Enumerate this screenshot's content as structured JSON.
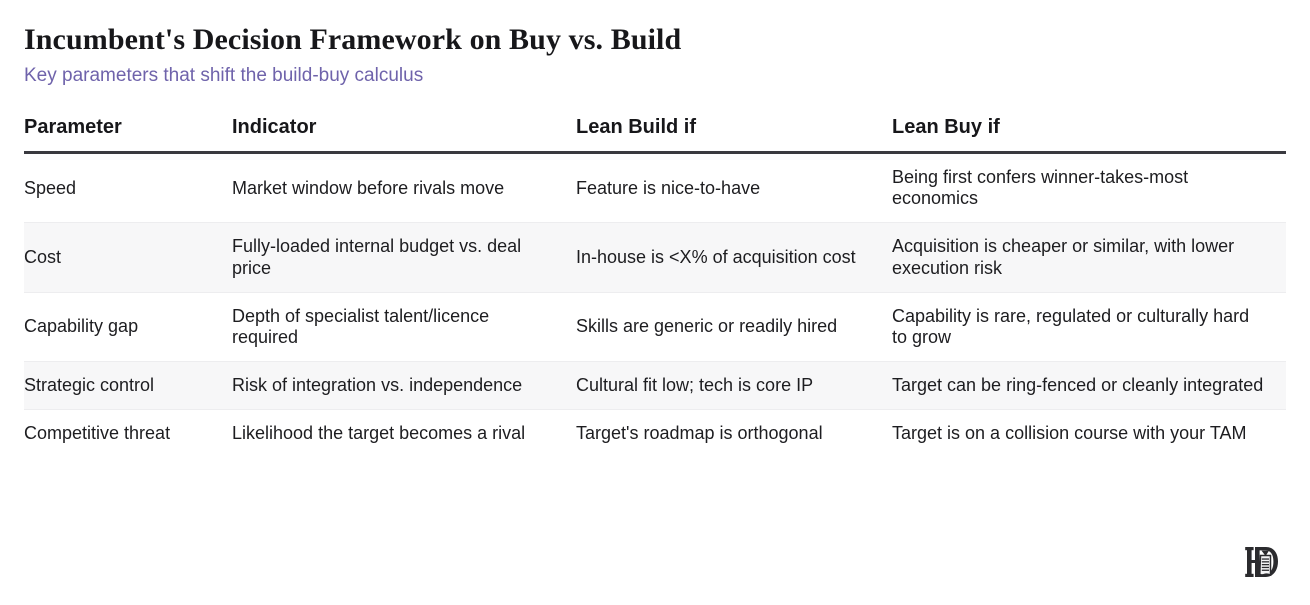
{
  "header": {
    "title": "Incumbent's Decision Framework on Buy vs. Build",
    "subtitle": "Key parameters that shift the build-buy calculus",
    "accent_color": "#6f63ab",
    "title_color": "#17171a"
  },
  "table": {
    "columns": [
      "Parameter",
      "Indicator",
      "Lean Build if",
      "Lean Buy if"
    ],
    "rows": [
      {
        "parameter": "Speed",
        "indicator": "Market window before rivals move",
        "lean_build": "Feature is nice-to-have",
        "lean_buy": "Being first confers winner-takes-most economics"
      },
      {
        "parameter": "Cost",
        "indicator": "Fully-loaded internal budget vs. deal price",
        "lean_build": "In-house is <X% of acquisition cost",
        "lean_buy": "Acquisition is cheaper or similar, with lower execution risk"
      },
      {
        "parameter": "Capability gap",
        "indicator": "Depth of specialist talent/licence required",
        "lean_build": "Skills are generic or readily hired",
        "lean_buy": "Capability is rare, regulated or culturally hard to grow"
      },
      {
        "parameter": "Strategic control",
        "indicator": "Risk of integration vs. independence",
        "lean_build": "Cultural fit low; tech is core IP",
        "lean_buy": "Target can be ring-fenced or cleanly integrated"
      },
      {
        "parameter": "Competitive threat",
        "indicator": "Likelihood the target becomes a rival",
        "lean_build": "Target's roadmap is orthogonal",
        "lean_buy": "Target is on a collision course with your TAM"
      }
    ]
  },
  "footer": {
    "logo_name": "publisher-monogram-logo",
    "logo_color": "#2b2b2e"
  }
}
